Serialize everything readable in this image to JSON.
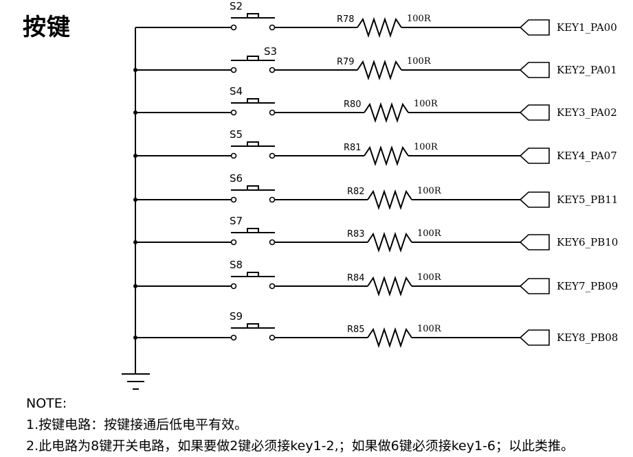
{
  "title": "按键",
  "switches": [
    {
      "ref": "S2",
      "resistor": "R78",
      "value": "100R",
      "net": "KEY1_PA00"
    },
    {
      "ref": "S3",
      "resistor": "R79",
      "value": "100R",
      "net": "KEY2_PA01"
    },
    {
      "ref": "S4",
      "resistor": "R80",
      "value": "100R",
      "net": "KEY3_PA02"
    },
    {
      "ref": "S5",
      "resistor": "R81",
      "value": "100R",
      "net": "KEY4_PA07"
    },
    {
      "ref": "S6",
      "resistor": "R82",
      "value": "100R",
      "net": "KEY5_PB11"
    },
    {
      "ref": "S7",
      "resistor": "R83",
      "value": "100R",
      "net": "KEY6_PB10"
    },
    {
      "ref": "S8",
      "resistor": "R84",
      "value": "100R",
      "net": "KEY7_PB09"
    },
    {
      "ref": "S9",
      "resistor": "R85",
      "value": "100R",
      "net": "KEY8_PB08"
    }
  ],
  "notes": {
    "heading": "NOTE:",
    "line1": "1.按键电路：按键接通后低电平有效。",
    "line2": "2.此电路为8键开关电路，如果要做2键必须接key1-2,；如果做6键必须接key1-6；以此类推。"
  }
}
